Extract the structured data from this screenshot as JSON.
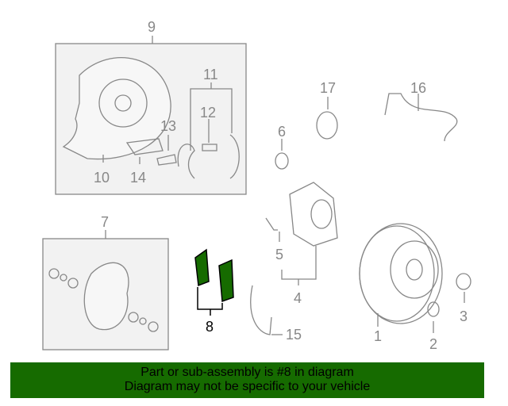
{
  "diagram": {
    "title": "Brake components diagram",
    "highlight_color": "#166b00",
    "line_color": "#888888",
    "group_box_fill": "#f2f2f2",
    "callouts": [
      {
        "id": "1",
        "label": "1"
      },
      {
        "id": "2",
        "label": "2"
      },
      {
        "id": "3",
        "label": "3"
      },
      {
        "id": "4",
        "label": "4"
      },
      {
        "id": "5",
        "label": "5"
      },
      {
        "id": "6",
        "label": "6"
      },
      {
        "id": "7",
        "label": "7"
      },
      {
        "id": "8",
        "label": "8",
        "highlighted": true
      },
      {
        "id": "9",
        "label": "9"
      },
      {
        "id": "10",
        "label": "10"
      },
      {
        "id": "11",
        "label": "11"
      },
      {
        "id": "12",
        "label": "12"
      },
      {
        "id": "13",
        "label": "13"
      },
      {
        "id": "14",
        "label": "14"
      },
      {
        "id": "15",
        "label": "15"
      },
      {
        "id": "16",
        "label": "16"
      },
      {
        "id": "17",
        "label": "17"
      }
    ]
  },
  "footer": {
    "line1": "Part or sub-assembly is #8 in diagram",
    "line2": "Diagram may not be specific to your vehicle",
    "background": "#166b00"
  }
}
